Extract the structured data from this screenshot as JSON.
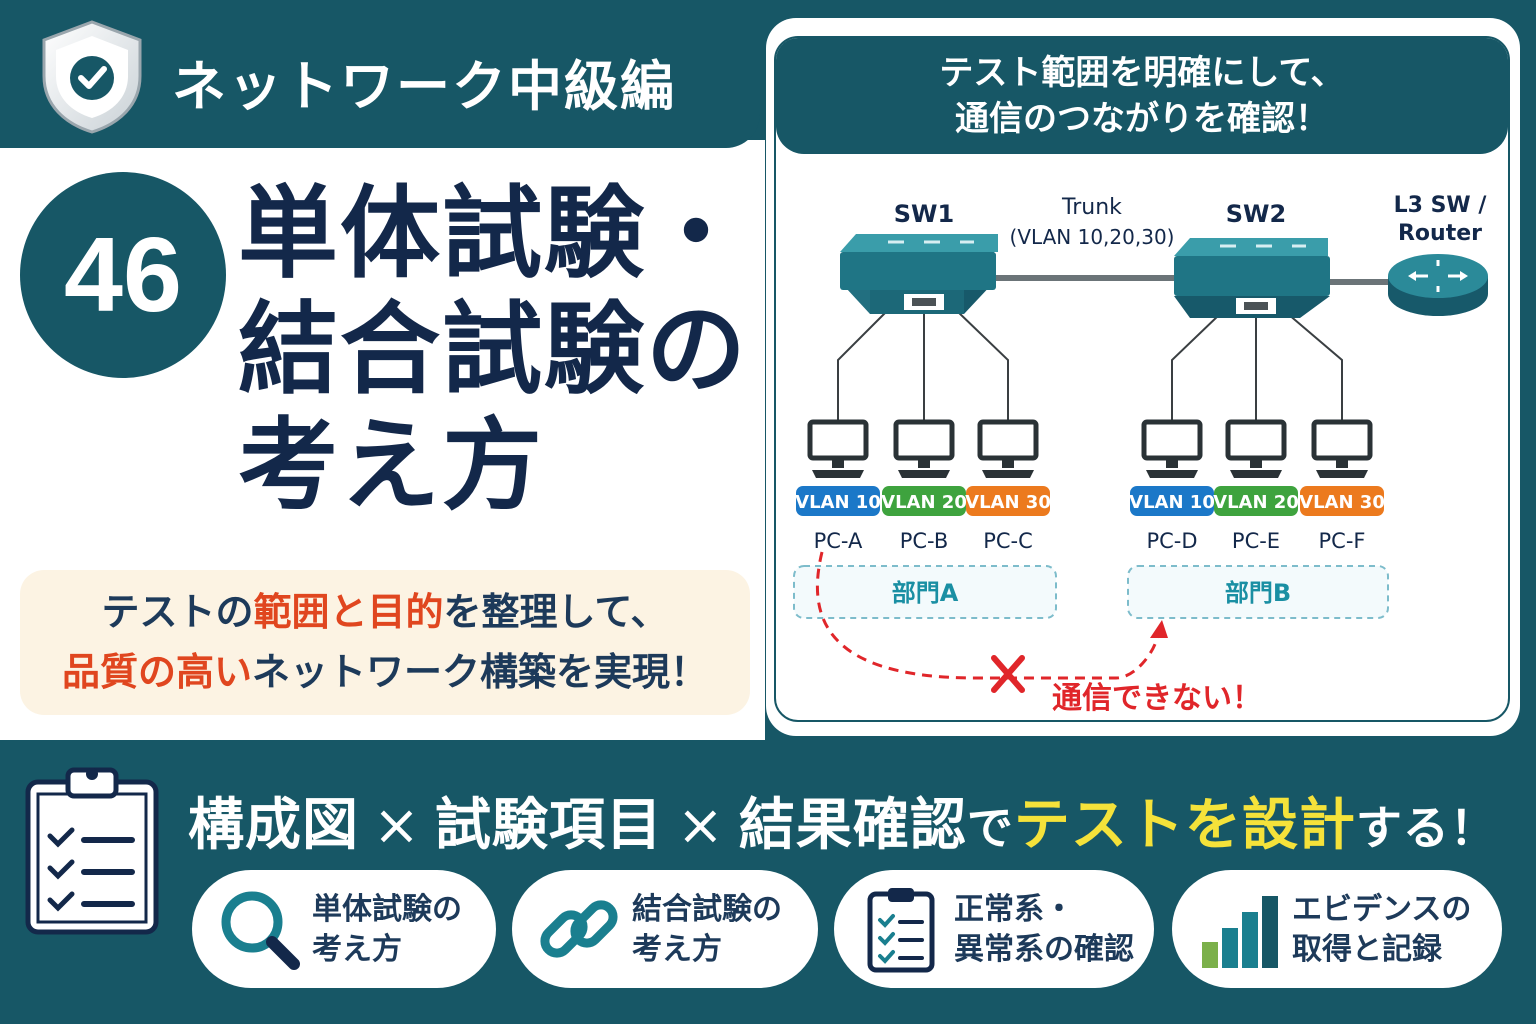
{
  "header": {
    "series_title": "ネットワーク中級編"
  },
  "episode": {
    "number": "46",
    "title_lines": [
      "単体試験・",
      "結合試験の",
      "考え方"
    ]
  },
  "callout": {
    "line1": [
      {
        "text": "テストの",
        "style": "dark"
      },
      {
        "text": "範囲と目的",
        "style": "red"
      },
      {
        "text": "を整理して、",
        "style": "dark"
      }
    ],
    "line2": [
      {
        "text": "品質の高い",
        "style": "red"
      },
      {
        "text": "ネットワーク構築を実現！",
        "style": "dark"
      }
    ]
  },
  "diagram": {
    "banner_lines": [
      "テスト範囲を明確にして、",
      "通信のつながりを確認！"
    ],
    "sw1": "SW1",
    "sw2": "SW2",
    "trunk_label": "Trunk",
    "trunk_vlans": "(VLAN 10,20,30)",
    "router_label_lines": [
      "L3 SW /",
      "Router"
    ],
    "pcs": [
      {
        "vlan": "VLAN 10",
        "name": "PC-A",
        "color": "#1b78c8"
      },
      {
        "vlan": "VLAN 20",
        "name": "PC-B",
        "color": "#3ea33e"
      },
      {
        "vlan": "VLAN 30",
        "name": "PC-C",
        "color": "#ec7a1e"
      },
      {
        "vlan": "VLAN 10",
        "name": "PC-D",
        "color": "#1b78c8"
      },
      {
        "vlan": "VLAN 20",
        "name": "PC-E",
        "color": "#3ea33e"
      },
      {
        "vlan": "VLAN 30",
        "name": "PC-F",
        "color": "#ec7a1e"
      }
    ],
    "dept_a": "部門A",
    "dept_b": "部門B",
    "fail_text": "通信できない！"
  },
  "bottom": {
    "design_parts": [
      {
        "text": "構成図",
        "style": "white"
      },
      {
        "text": "×",
        "style": "times"
      },
      {
        "text": "試験項目",
        "style": "white"
      },
      {
        "text": "×",
        "style": "times"
      },
      {
        "text": "結果確認",
        "style": "white"
      },
      {
        "text": "で",
        "style": "small"
      },
      {
        "text": "テストを設計",
        "style": "yellow"
      },
      {
        "text": "する！",
        "style": "small"
      }
    ],
    "chips": [
      {
        "icon": "magnifier-icon",
        "lines": [
          "単体試験の",
          "考え方"
        ]
      },
      {
        "icon": "chain-link-icon",
        "lines": [
          "結合試験の",
          "考え方"
        ]
      },
      {
        "icon": "checklist-icon",
        "lines": [
          "正常系・",
          "異常系の確認"
        ]
      },
      {
        "icon": "bar-chart-icon",
        "lines": [
          "エビデンスの",
          "取得と記録"
        ]
      }
    ]
  },
  "colors": {
    "teal": "#175766",
    "navy": "#13284a",
    "red": "#e0461f",
    "yellow": "#f5e23a",
    "cream": "#fcf3e3"
  }
}
